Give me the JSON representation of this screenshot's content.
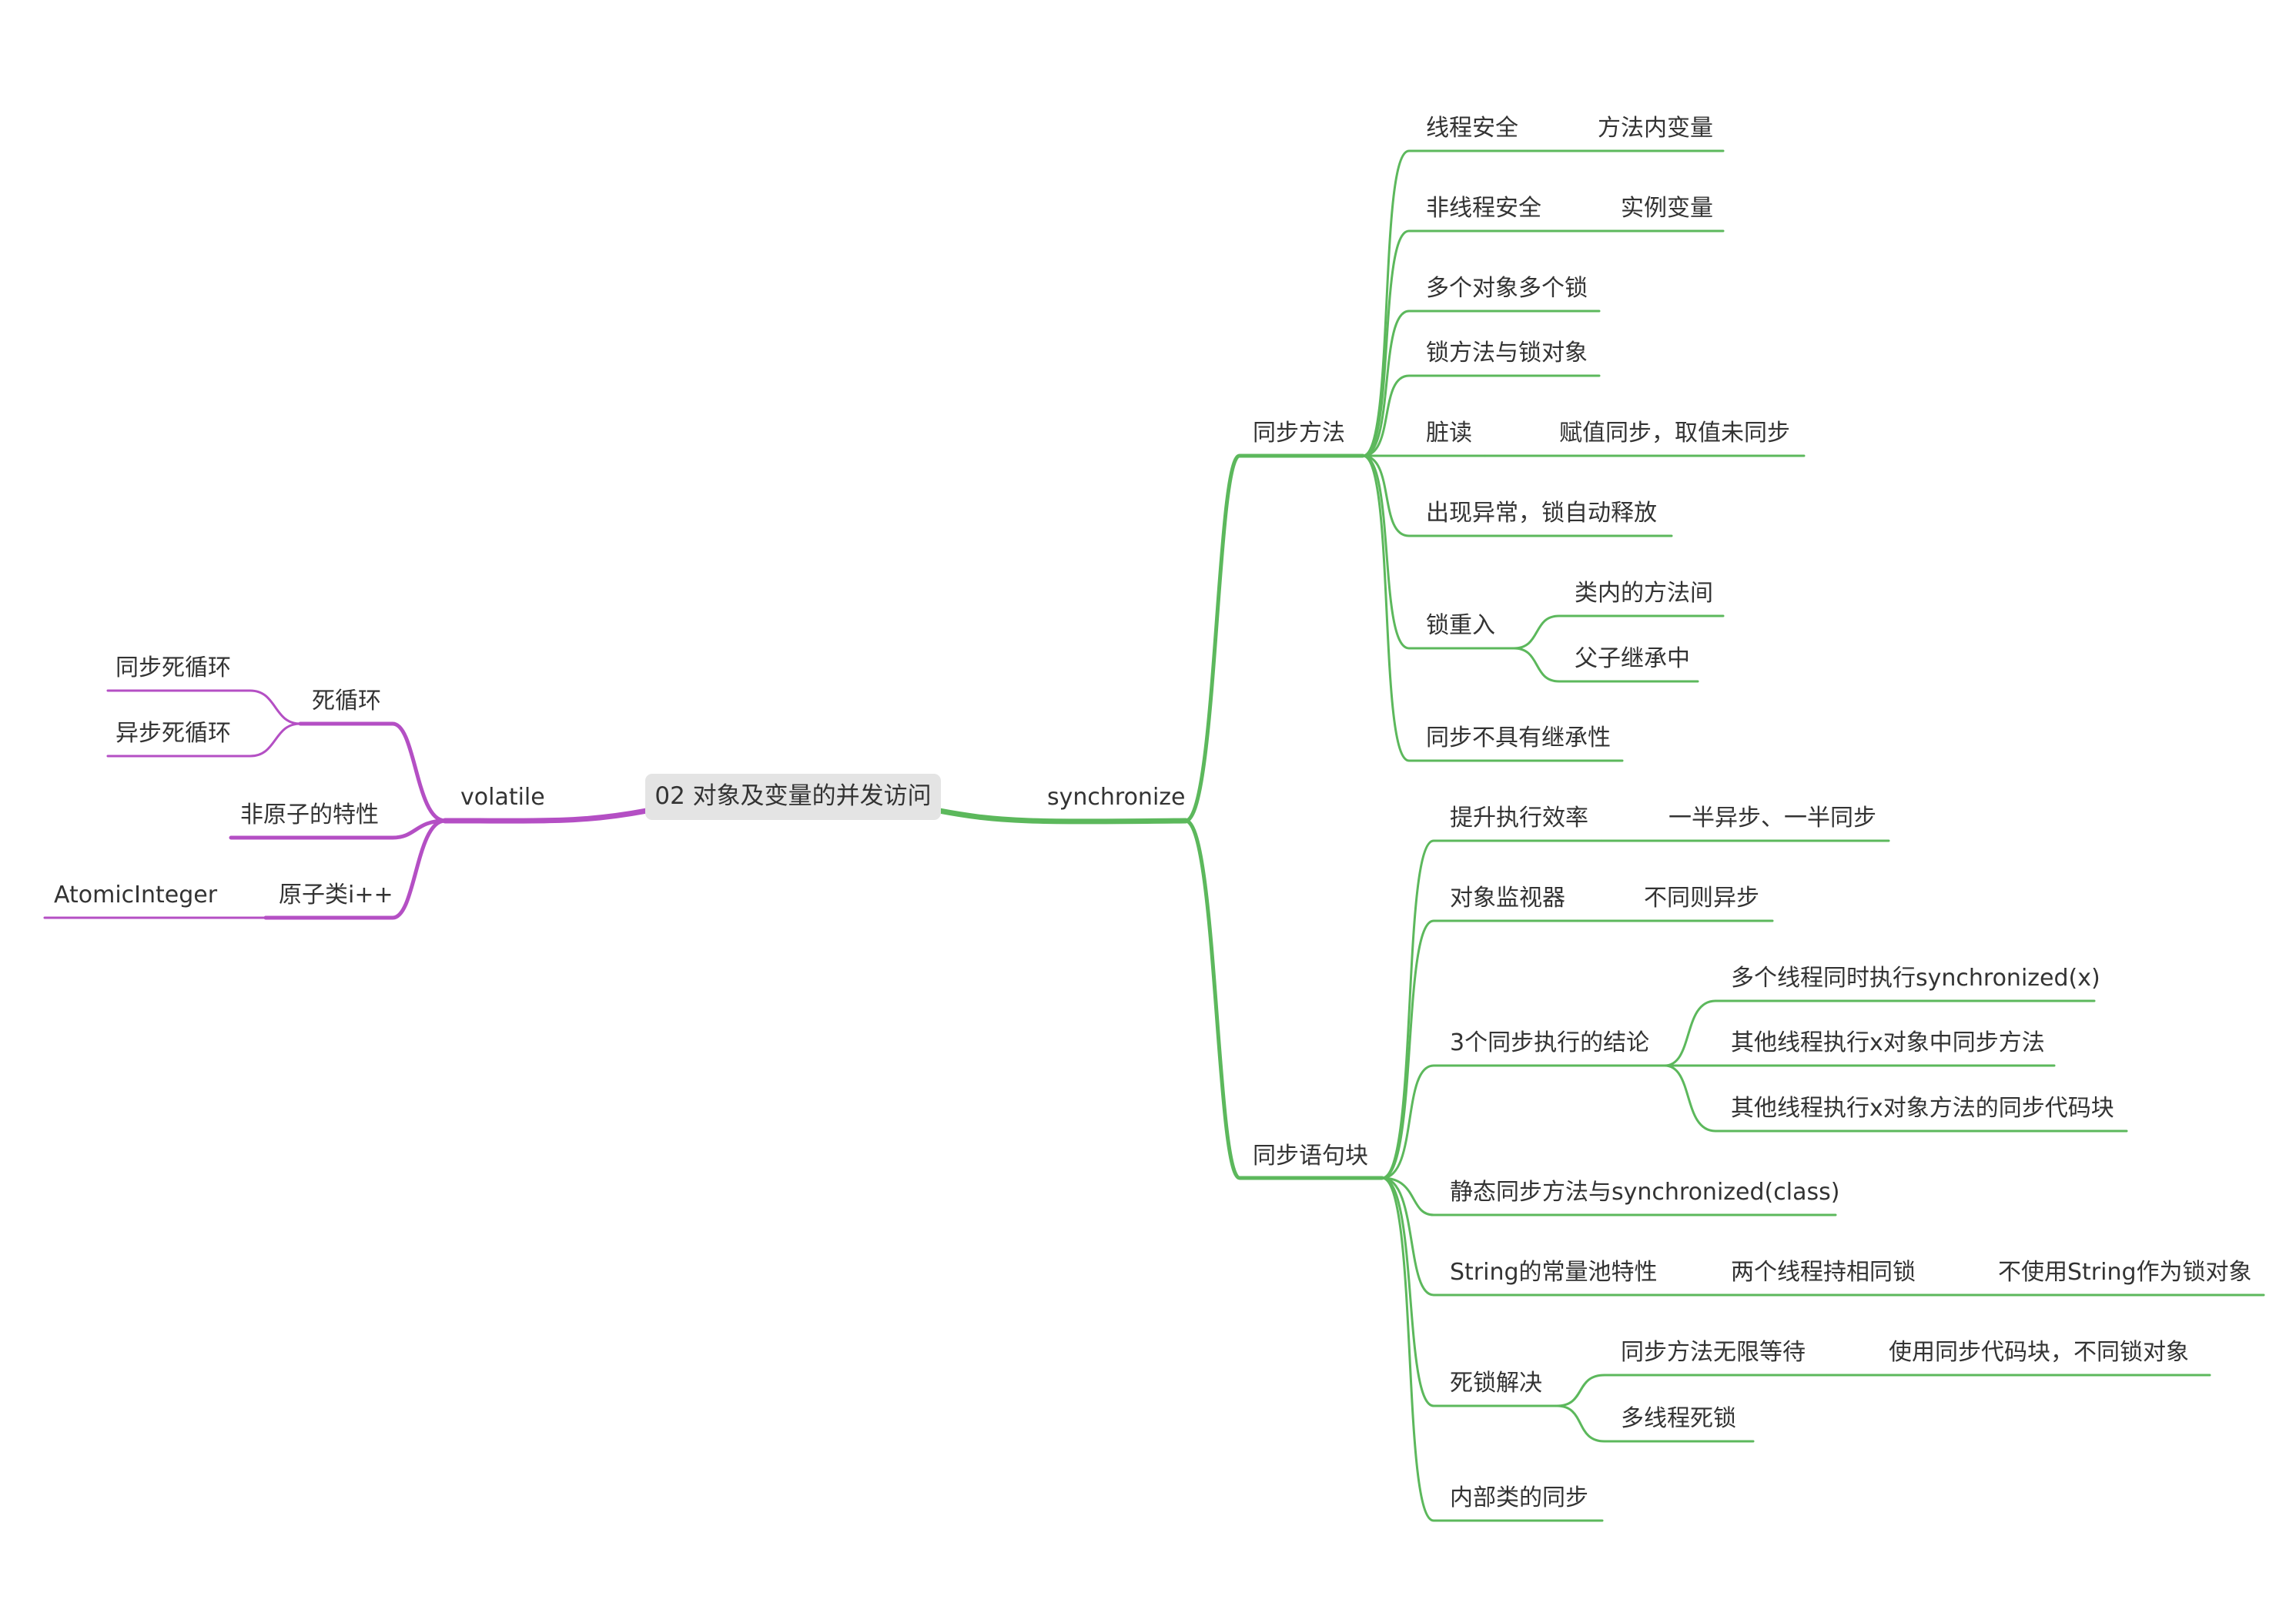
{
  "colors": {
    "synchronize_branch": "#5cb85c",
    "volatile_branch": "#b44fc4",
    "root_fill": "#e4e4e4",
    "text": "#333333"
  },
  "root": "02 对象及变量的并发访问",
  "synchronize": {
    "label": "synchronize",
    "sync_method": {
      "label": "同步方法",
      "items": {
        "thread_safe": "线程安全",
        "thread_safe_note": "方法内变量",
        "non_thread_safe": "非线程安全",
        "non_thread_safe_note": "实例变量",
        "multi_obj": "多个对象多个锁",
        "lock_method": "锁方法与锁对象",
        "dirty_read": "脏读",
        "dirty_read_note": "赋值同步，取值未同步",
        "exception": "出现异常，锁自动释放",
        "reentrant": "锁重入",
        "reentrant_a": "类内的方法间",
        "reentrant_b": "父子继承中",
        "no_inherit": "同步不具有继承性"
      }
    },
    "sync_block": {
      "label": "同步语句块",
      "items": {
        "efficiency": "提升执行效率",
        "efficiency_note": "一半异步、一半同步",
        "monitor": "对象监视器",
        "monitor_note": "不同则异步",
        "conclusions": "3个同步执行的结论",
        "conclusion_1": "多个线程同时执行synchronized(x)",
        "conclusion_2": "其他线程执行x对象中同步方法",
        "conclusion_3": "其他线程执行x对象方法的同步代码块",
        "static_sync": "静态同步方法与synchronized(class)",
        "string_pool": "String的常量池特性",
        "string_pool_a": "两个线程持相同锁",
        "string_pool_b": "不使用String作为锁对象",
        "deadlock": "死锁解决",
        "deadlock_a": "同步方法无限等待",
        "deadlock_a_note": "使用同步代码块，不同锁对象",
        "deadlock_b": "多线程死锁",
        "inner_class": "内部类的同步"
      }
    }
  },
  "volatile": {
    "label": "volatile",
    "dead_loop": "死循环",
    "dead_loop_sync": "同步死循环",
    "dead_loop_async": "异步死循环",
    "non_atomic": "非原子的特性",
    "atomic": "原子类i++",
    "atomic_note": "AtomicInteger"
  }
}
